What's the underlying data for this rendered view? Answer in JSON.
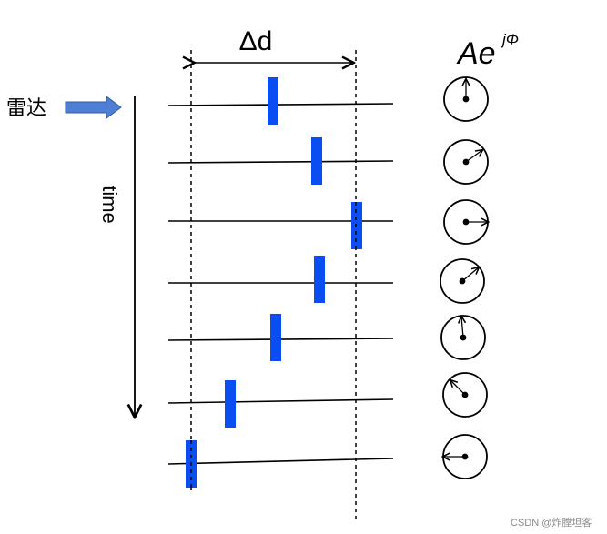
{
  "labels": {
    "delta": "Δd",
    "radar": "雷达",
    "time": "time",
    "phasor_main": "Ae",
    "phasor_sup": "jΦ",
    "watermark": "CSDN @炸膛坦客"
  },
  "colors": {
    "target": "#0a4df0",
    "radar_arrow": "#4f7fd4",
    "lines": "#000000"
  },
  "icons": {
    "radar_arrow": "right-arrow-icon",
    "time_arrow": "down-arrow-icon",
    "delta_arrow": "double-headed-arrow-icon",
    "phasor": "phasor-circle-icon"
  },
  "phasor_angles_deg": [
    90,
    35,
    0,
    40,
    95,
    135,
    180
  ]
}
